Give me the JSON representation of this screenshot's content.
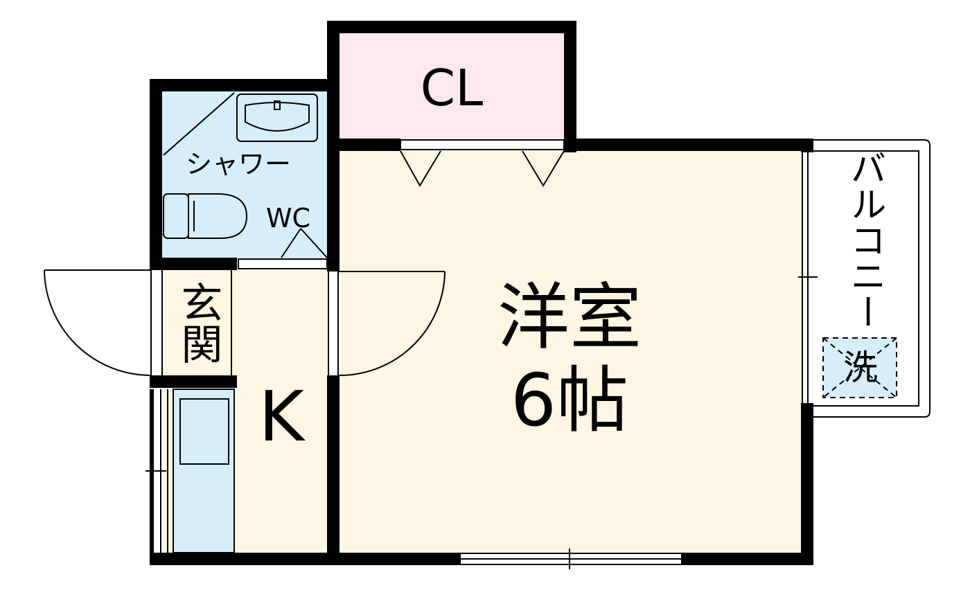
{
  "floorplan": {
    "rooms": {
      "closet": "CL",
      "shower": "シャワー",
      "toilet": "WC",
      "western_room_name": "洋室",
      "western_room_size": "6帖",
      "entrance": "玄関",
      "kitchen": "K",
      "balcony": "バルコニー",
      "washer": "洗"
    },
    "colors": {
      "closet_fill": "#fde8f0",
      "room_fill": "#fdf6e3",
      "wet_fill": "#d6eefa",
      "wall": "#000000"
    }
  }
}
